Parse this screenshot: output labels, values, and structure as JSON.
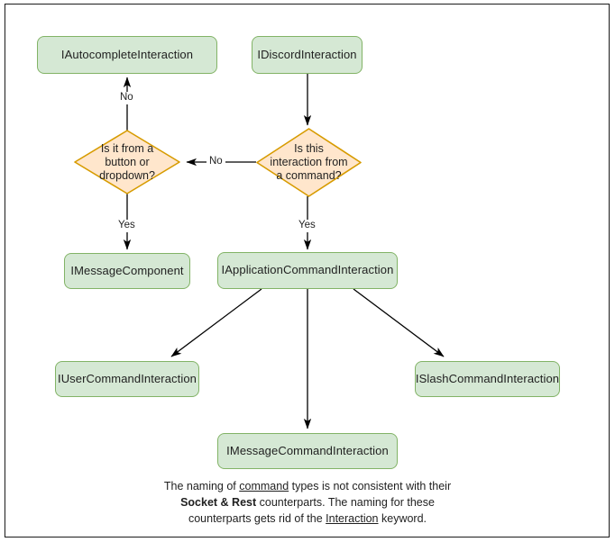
{
  "diagram": {
    "title": "Discord Interaction type hierarchy flowchart",
    "colors": {
      "box_fill": "#d5e8d4",
      "box_stroke": "#82b366",
      "diamond_fill": "#ffe6cc",
      "diamond_stroke": "#d79b00",
      "edge_stroke": "#000000",
      "text": "#1f1f1f",
      "frame": "#1a1a1a"
    },
    "nodes": {
      "autocomplete": "IAutocompleteInteraction",
      "discord": "IDiscordInteraction",
      "decision_button": "Is it from a button or dropdown?",
      "decision_command": "Is this interaction from a command?",
      "message_component": "IMessageComponent",
      "app_command": "IApplicationCommandInteraction",
      "user_command": "IUserCommandInteraction",
      "message_command": "IMessageCommandInteraction",
      "slash_command": "ISlashCommandInteraction"
    },
    "edge_labels": {
      "command_no": "No",
      "button_no": "No",
      "button_yes": "Yes",
      "command_yes": "Yes"
    },
    "footer": {
      "line1_a": "The naming of ",
      "line1_b": "command",
      "line1_c": " types is not consistent with their",
      "line2_a": "Socket",
      "line2_b": " & ",
      "line2_c": "Rest",
      "line2_d": " counterparts. The naming for these",
      "line3_a": "counterparts gets rid of the ",
      "line3_b": "Interaction",
      "line3_c": " keyword."
    }
  }
}
